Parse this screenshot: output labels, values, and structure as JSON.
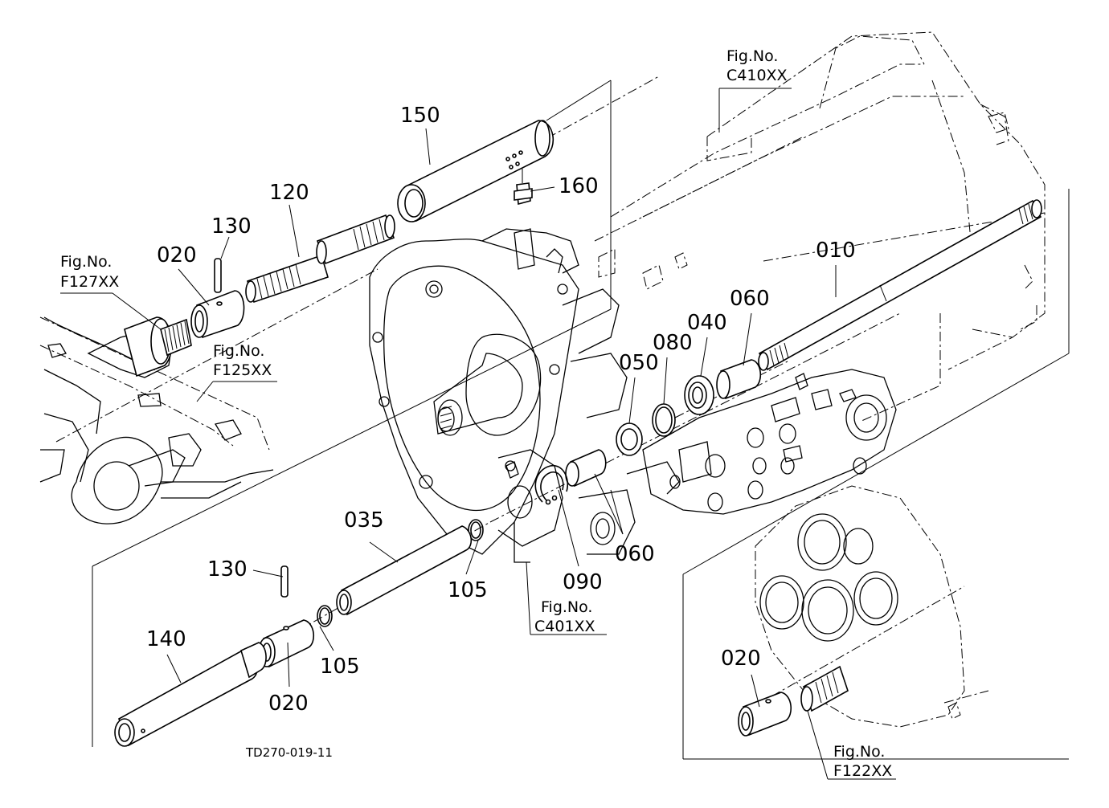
{
  "diagram": {
    "drawing_code": "TD270-019-11",
    "callouts": [
      {
        "id": "c010",
        "label": "010"
      },
      {
        "id": "c020a",
        "label": "020"
      },
      {
        "id": "c020b",
        "label": "020"
      },
      {
        "id": "c020c",
        "label": "020"
      },
      {
        "id": "c035",
        "label": "035"
      },
      {
        "id": "c040",
        "label": "040"
      },
      {
        "id": "c050",
        "label": "050"
      },
      {
        "id": "c060a",
        "label": "060"
      },
      {
        "id": "c060b",
        "label": "060"
      },
      {
        "id": "c080",
        "label": "080"
      },
      {
        "id": "c090",
        "label": "090"
      },
      {
        "id": "c105a",
        "label": "105"
      },
      {
        "id": "c105b",
        "label": "105"
      },
      {
        "id": "c120",
        "label": "120"
      },
      {
        "id": "c130a",
        "label": "130"
      },
      {
        "id": "c130b",
        "label": "130"
      },
      {
        "id": "c140",
        "label": "140"
      },
      {
        "id": "c150",
        "label": "150"
      },
      {
        "id": "c160",
        "label": "160"
      }
    ],
    "figure_refs": [
      {
        "id": "f410",
        "title": "Fig.No.",
        "code": "C410XX"
      },
      {
        "id": "f127",
        "title": "Fig.No.",
        "code": "F127XX"
      },
      {
        "id": "f125",
        "title": "Fig.No.",
        "code": "F125XX"
      },
      {
        "id": "f401",
        "title": "Fig.No.",
        "code": "C401XX"
      },
      {
        "id": "f122",
        "title": "Fig.No.",
        "code": "F122XX"
      }
    ]
  }
}
